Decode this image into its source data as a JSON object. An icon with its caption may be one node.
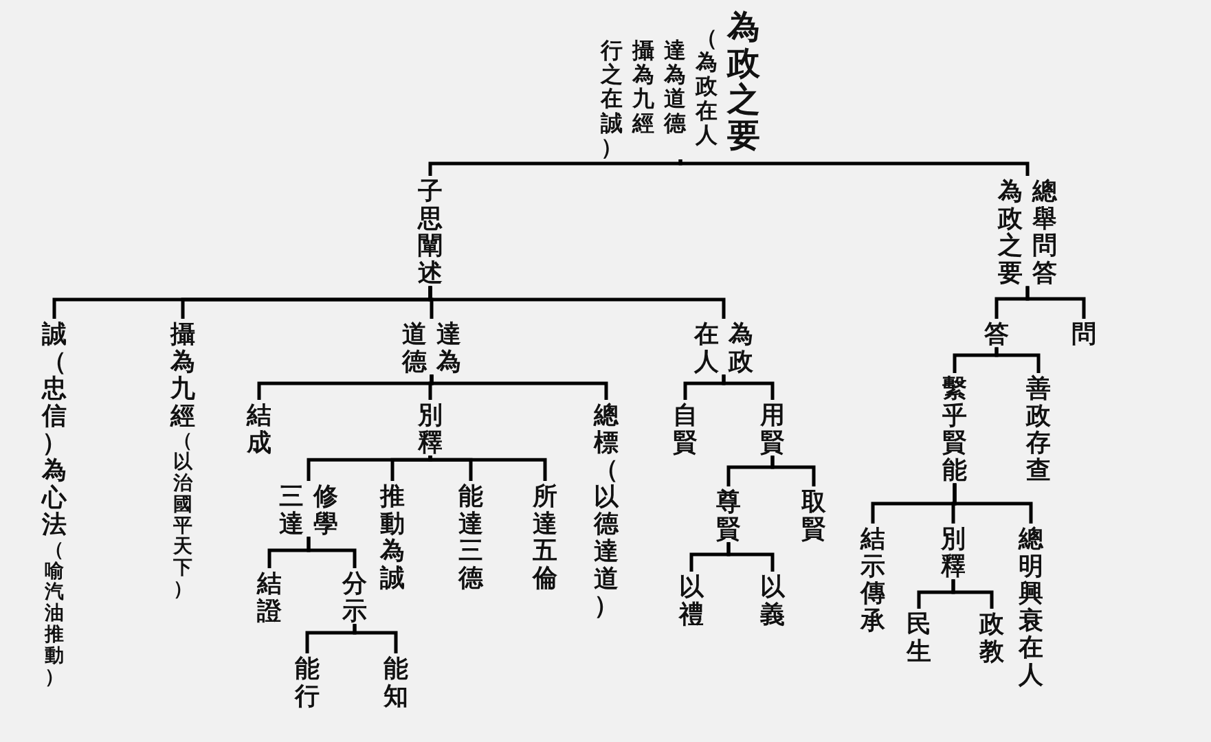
{
  "diagram": {
    "nodes": [
      {
        "text": [
          "為政之要",
          "（為政在人",
          "達為道德",
          "攝為九經",
          "行之在誠）"
        ]
      },
      {
        "text": [
          "子思闡述"
        ]
      },
      {
        "text": [
          "總舉問答為政之要"
        ]
      },
      {
        "text": [
          "誠（忠信）為心法",
          "（喻汽油推動）"
        ]
      },
      {
        "text": [
          "攝為九經",
          "（以治國平天下）"
        ]
      },
      {
        "text": [
          "達為道德"
        ]
      },
      {
        "text": [
          "結成"
        ]
      },
      {
        "text": [
          "別釋"
        ]
      },
      {
        "text": [
          "總標（以德達道）"
        ]
      },
      {
        "text": [
          "修學三達"
        ]
      },
      {
        "text": [
          "推動為誠"
        ]
      },
      {
        "text": [
          "能達三德"
        ]
      },
      {
        "text": [
          "所達五倫"
        ]
      },
      {
        "text": [
          "結證"
        ]
      },
      {
        "text": [
          "分示"
        ]
      },
      {
        "text": [
          "能行"
        ]
      },
      {
        "text": [
          "能知"
        ]
      },
      {
        "text": [
          "為政在人"
        ]
      },
      {
        "text": [
          "自賢"
        ]
      },
      {
        "text": [
          "用賢"
        ]
      },
      {
        "text": [
          "尊賢"
        ]
      },
      {
        "text": [
          "取賢"
        ]
      },
      {
        "text": [
          "以禮"
        ]
      },
      {
        "text": [
          "以義"
        ]
      },
      {
        "text": [
          "答"
        ]
      },
      {
        "text": [
          "問"
        ]
      },
      {
        "text": [
          "繫乎賢能"
        ]
      },
      {
        "text": [
          "善政存查"
        ]
      },
      {
        "text": [
          "結示傳承"
        ]
      },
      {
        "text": [
          "別釋"
        ]
      },
      {
        "text": [
          "總明興衰在人"
        ]
      },
      {
        "text": [
          "民生"
        ]
      },
      {
        "text": [
          "政教"
        ]
      }
    ],
    "edges": [
      {
        "from": 0,
        "to": 1,
        "arrow": "none"
      },
      {
        "from": 0,
        "to": 2,
        "arrow": "none"
      },
      {
        "from": 1,
        "to": 3,
        "arrow": "none"
      },
      {
        "from": 1,
        "to": 4,
        "arrow": "none"
      },
      {
        "from": 1,
        "to": 5,
        "arrow": "none"
      },
      {
        "from": 1,
        "to": 17,
        "arrow": "none"
      },
      {
        "from": 5,
        "to": 6,
        "arrow": "none"
      },
      {
        "from": 5,
        "to": 7,
        "arrow": "none"
      },
      {
        "from": 5,
        "to": 8,
        "arrow": "none"
      },
      {
        "from": 7,
        "to": 9,
        "arrow": "none"
      },
      {
        "from": 7,
        "to": 10,
        "arrow": "none"
      },
      {
        "from": 7,
        "to": 11,
        "arrow": "none"
      },
      {
        "from": 7,
        "to": 12,
        "arrow": "none"
      },
      {
        "from": 9,
        "to": 13,
        "arrow": "none"
      },
      {
        "from": 9,
        "to": 14,
        "arrow": "none"
      },
      {
        "from": 14,
        "to": 15,
        "arrow": "none"
      },
      {
        "from": 14,
        "to": 16,
        "arrow": "none"
      },
      {
        "from": 17,
        "to": 18,
        "arrow": "none"
      },
      {
        "from": 17,
        "to": 19,
        "arrow": "none"
      },
      {
        "from": 19,
        "to": 20,
        "arrow": "none"
      },
      {
        "from": 19,
        "to": 21,
        "arrow": "none"
      },
      {
        "from": 20,
        "to": 22,
        "arrow": "none"
      },
      {
        "from": 20,
        "to": 23,
        "arrow": "none"
      },
      {
        "from": 2,
        "to": 24,
        "arrow": "none"
      },
      {
        "from": 2,
        "to": 25,
        "arrow": "none"
      },
      {
        "from": 24,
        "to": 26,
        "arrow": "none"
      },
      {
        "from": 24,
        "to": 27,
        "arrow": "none"
      },
      {
        "from": 26,
        "to": 28,
        "arrow": "none"
      },
      {
        "from": 26,
        "to": 29,
        "arrow": "none"
      },
      {
        "from": 26,
        "to": 30,
        "arrow": "none"
      },
      {
        "from": 29,
        "to": 31,
        "arrow": "none"
      },
      {
        "from": 29,
        "to": 32,
        "arrow": "none"
      }
    ]
  }
}
